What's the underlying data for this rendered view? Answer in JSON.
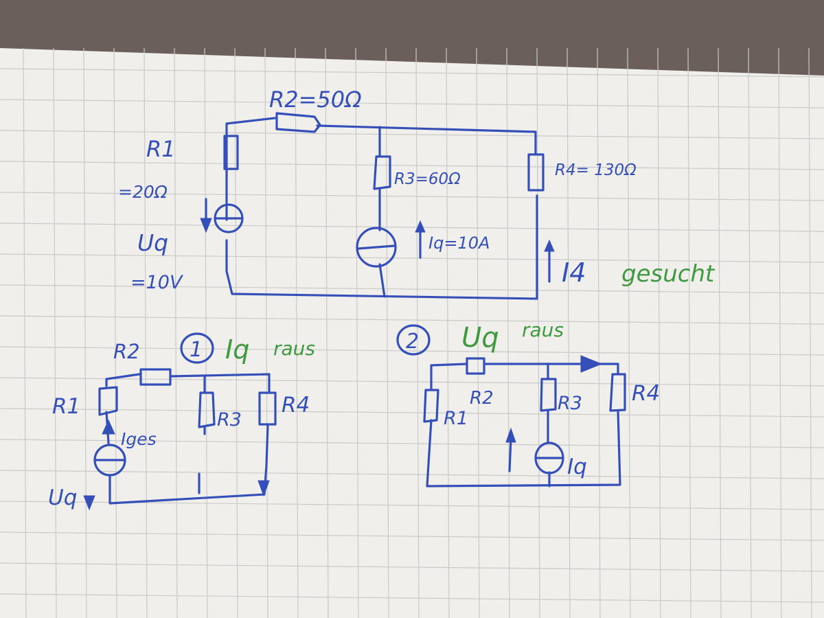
{
  "colors": {
    "ink": "#3450b8",
    "green": "#3f9a3f",
    "paper": "#f1efec",
    "grid": "#c9c9c9",
    "table": "#6b5f5c"
  },
  "main_circuit": {
    "r2_label": "R2=50Ω",
    "r1_label": "R1",
    "r1_value": "=20Ω",
    "r3_label": "R3=60Ω",
    "r4_label": "R4= 130Ω",
    "uq_label": "Uq",
    "uq_value": "=10V",
    "iq_label": "Iq=10A",
    "i4_label": "I4",
    "i4_note": "gesucht"
  },
  "sub1": {
    "step": "1",
    "title_symbol": "Iq",
    "title_word": "raus",
    "r1": "R1",
    "r2": "R2",
    "r3": "R3",
    "r4": "R4",
    "iges": "Iges",
    "uq": "Uq"
  },
  "sub2": {
    "step": "2",
    "title_symbol": "Uq",
    "title_word": "raus",
    "r1": "R1",
    "r2": "R2",
    "r3": "R3",
    "r4": "R4",
    "iq": "Iq"
  }
}
